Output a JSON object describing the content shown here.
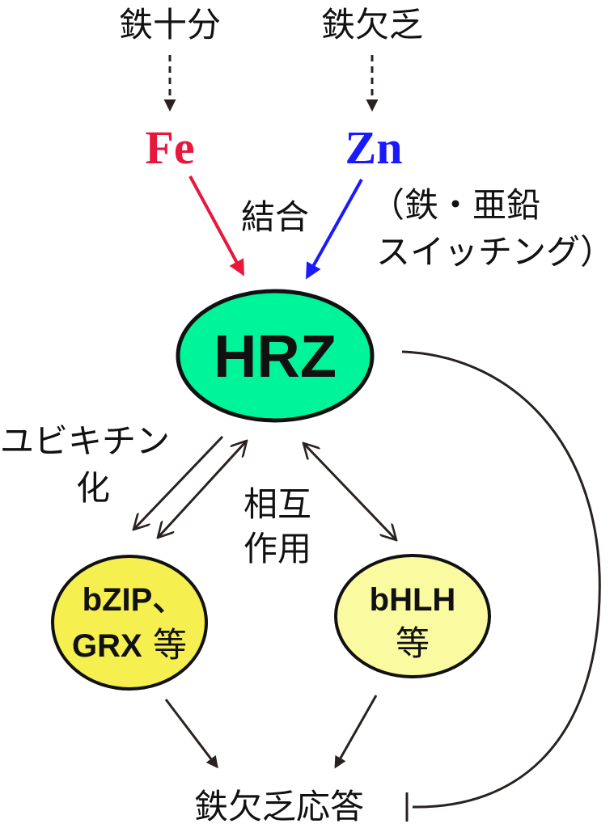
{
  "top": {
    "iron_sufficient": "鉄十分",
    "iron_deficient": "鉄欠乏"
  },
  "ions": {
    "fe": "Fe",
    "zn": "Zn",
    "fe_color": "#e8173c",
    "zn_color": "#1a1aff"
  },
  "binding_label": "結合",
  "switching_note": {
    "line1": "（鉄・亜鉛",
    "line2": "スイッチング）"
  },
  "hrz": {
    "label": "HRZ",
    "color": "#00f59a"
  },
  "ubiquitination": {
    "line1": "ユビキチン",
    "line2": "化"
  },
  "interaction": {
    "line1": "相互",
    "line2": "作用"
  },
  "bzip": {
    "line1": "bZIP、",
    "line2_bold": "GRX",
    "line2_suffix": " 等",
    "color": "#f5f050"
  },
  "bhlh": {
    "line1": "bHLH",
    "line2": "等",
    "color": "#fafaa0"
  },
  "response": "鉄欠乏応答"
}
